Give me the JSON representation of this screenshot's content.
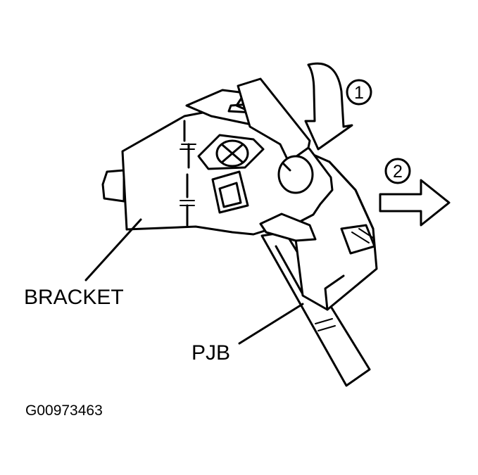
{
  "labels": {
    "bracket": "BRACKET",
    "pjb": "PJB",
    "figure_code": "G00973463"
  },
  "steps": {
    "step1": "1",
    "step2": "2"
  },
  "colors": {
    "ink": "#000000",
    "paper": "#ffffff"
  }
}
